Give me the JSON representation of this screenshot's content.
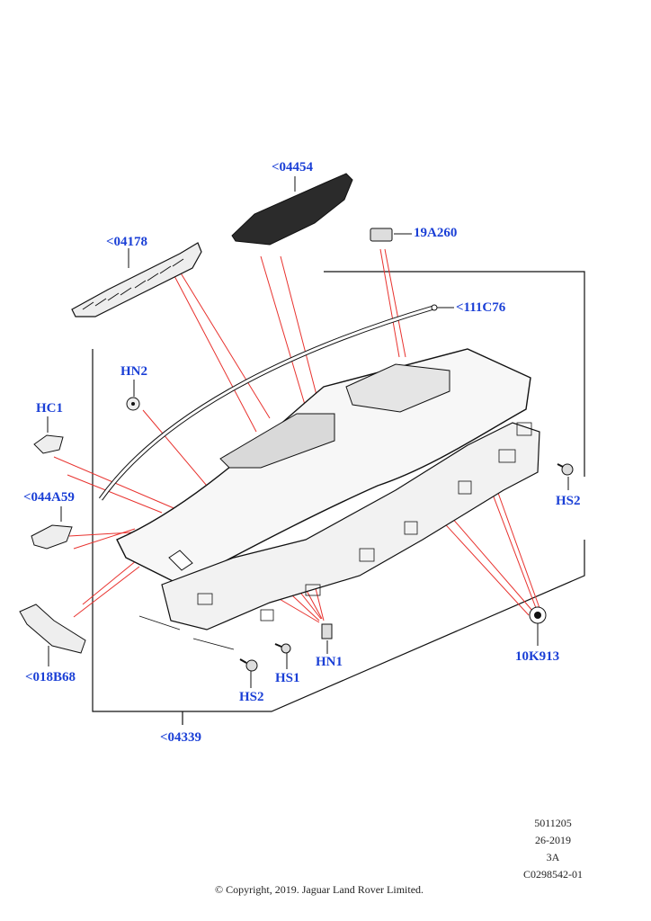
{
  "callouts": {
    "c04454": "<04454",
    "c04178": "<04178",
    "c19A260": "19A260",
    "c111C76": "<111C76",
    "cHN2": "HN2",
    "cHC1": "HC1",
    "c044A59": "<044A59",
    "c018B68": "<018B68",
    "cHS2_right": "HS2",
    "c10K913": "10K913",
    "cHN1": "HN1",
    "cHS1": "HS1",
    "cHS2_bottom": "HS2",
    "c04339": "<04339"
  },
  "meta": {
    "line1": "5011205",
    "line2": "26-2019",
    "line3": "3A",
    "line4": "C0298542-01"
  },
  "copyright": "© Copyright, 2019. Jaguar Land Rover Limited.",
  "colors": {
    "callout": "#1a3fd6",
    "leader": "#e8322e",
    "outline": "#111111"
  }
}
